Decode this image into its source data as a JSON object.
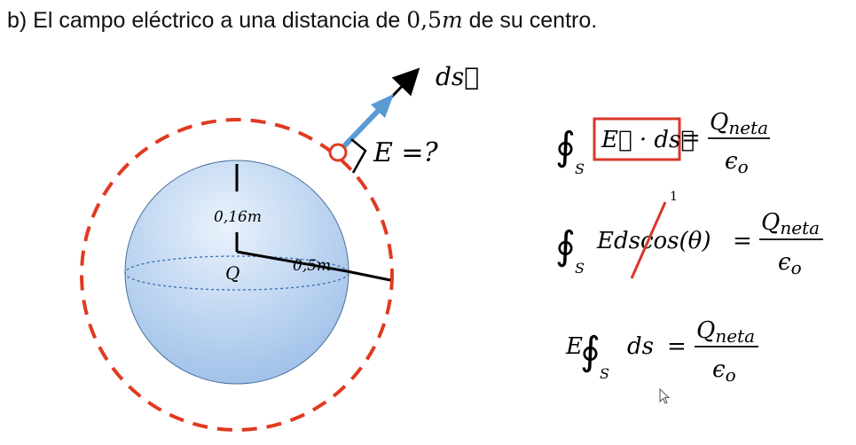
{
  "heading": {
    "prefix": "b) El campo eléctrico a una distancia de ",
    "value": "0,5",
    "unit": "m",
    "suffix": " de su centro."
  },
  "diagram": {
    "ds_label": "ds⃗",
    "E_label": "E =?",
    "radius_label": "0,16m",
    "center_label": "Q",
    "distance_label": "0,5m"
  },
  "equations": {
    "eq1": {
      "integrand": "E⃗ · ds⃗",
      "subscript": "S",
      "numerator": "Q",
      "numerator_sub": "neta",
      "denominator": "ϵ",
      "denominator_sub": "o"
    },
    "eq2": {
      "integrand": "Edscos(θ)",
      "subscript": "S",
      "annotation": "1",
      "numerator": "Q",
      "numerator_sub": "neta",
      "denominator": "ϵ",
      "denominator_sub": "o"
    },
    "eq3": {
      "prefix": "E",
      "integrand": "ds",
      "subscript": "S",
      "numerator": "Q",
      "numerator_sub": "neta",
      "denominator": "ϵ",
      "denominator_sub": "o"
    }
  },
  "colors": {
    "gaussian_surface": "#e03a20",
    "vector_arrow": "#5b9bd5",
    "sphere_fill": "#a9c8ec",
    "highlight_box": "#d9362b"
  }
}
